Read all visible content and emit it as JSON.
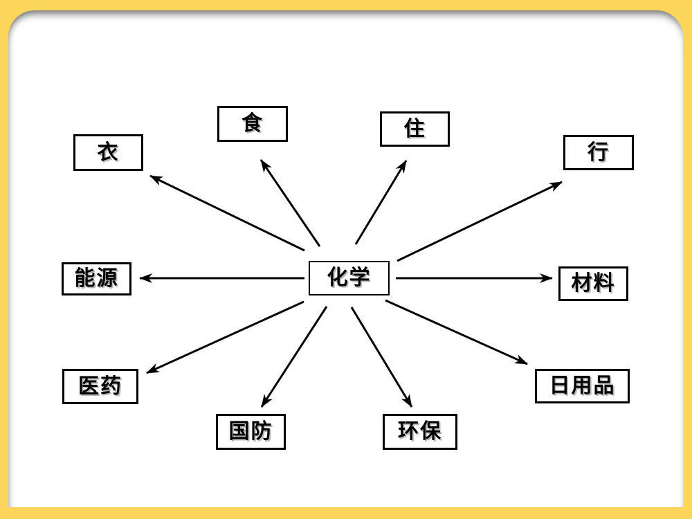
{
  "slide": {
    "type": "presentation-slide",
    "colors": {
      "background": "#FCD65A",
      "panel": "#FFFFFF",
      "line": "#000000",
      "box_border": "#000000",
      "text": "#000000"
    }
  },
  "diagram": {
    "center": {
      "id": "huaxue",
      "label": "化学"
    },
    "nodes": [
      {
        "id": "yi",
        "label": "衣"
      },
      {
        "id": "shi",
        "label": "食"
      },
      {
        "id": "zhu",
        "label": "住"
      },
      {
        "id": "xing",
        "label": "行"
      },
      {
        "id": "nengyuan",
        "label": "能源"
      },
      {
        "id": "cailiao",
        "label": "材料"
      },
      {
        "id": "yiyao",
        "label": "医药"
      },
      {
        "id": "riyongpin",
        "label": "日用品"
      },
      {
        "id": "guofang",
        "label": "国防"
      },
      {
        "id": "huanbao",
        "label": "环保"
      }
    ],
    "arrows": [
      {
        "from": "化学",
        "to": "衣"
      },
      {
        "from": "化学",
        "to": "食"
      },
      {
        "from": "化学",
        "to": "住"
      },
      {
        "from": "化学",
        "to": "行"
      },
      {
        "from": "化学",
        "to": "能源"
      },
      {
        "from": "化学",
        "to": "材料"
      },
      {
        "from": "化学",
        "to": "医药"
      },
      {
        "from": "化学",
        "to": "国防"
      },
      {
        "from": "化学",
        "to": "环保"
      },
      {
        "from": "化学",
        "to": "日用品"
      }
    ]
  }
}
